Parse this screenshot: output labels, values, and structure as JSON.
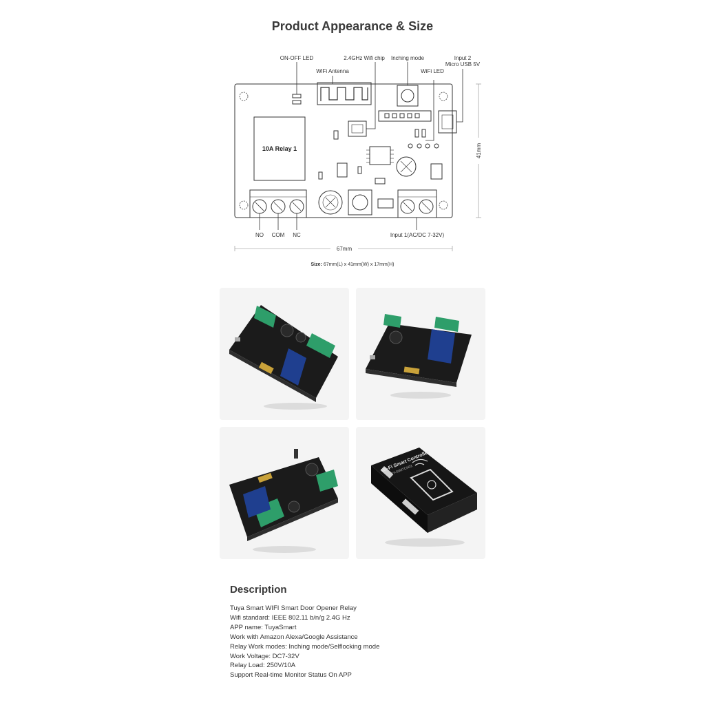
{
  "page_title": "Product Appearance & Size",
  "diagram": {
    "callouts": {
      "on_off_led": "ON-OFF LED",
      "wifi_chip": "2.4GHz Wifi chip",
      "inching_mode": "Inching mode",
      "input2_line1": "Input 2",
      "input2_line2": "Micro USB 5V",
      "wifi_antenna": "WiFi Antenna",
      "wifi_led": "WiFi LED"
    },
    "relay_label": "10A Relay 1",
    "terminals": {
      "no": "NO",
      "com": "COM",
      "nc": "NC",
      "input1": "Input 1(AC/DC 7-32V)"
    },
    "dim_width": "67mm",
    "dim_height": "41mm"
  },
  "size": {
    "label": "Size:",
    "value": "67mm(L) x 41mm(W) x 17mm(H)"
  },
  "box_text": {
    "line1": "Wi-Fi Smart Controller",
    "line2": "TY-SWITCH01"
  },
  "description": {
    "title": "Description",
    "items": [
      "Tuya Smart WIFI Smart Door Opener Relay",
      "Wifi standard: IEEE 802.11 b/n/g 2.4G Hz",
      "APP name: TuyaSmart",
      "Work with Amazon Alexa/Google Assistance",
      "Relay Work modes: Inching mode/Selflocking mode",
      "Work Voltage: DC7-32V",
      "Relay Load: 250V/10A",
      "Support Real-time Monitor Status On APP"
    ]
  },
  "colors": {
    "board": "#1a1a1a",
    "terminal": "#2e9e6a",
    "relay": "#1f3f8f",
    "photo_bg": "#f4f4f4",
    "line": "#333333"
  }
}
